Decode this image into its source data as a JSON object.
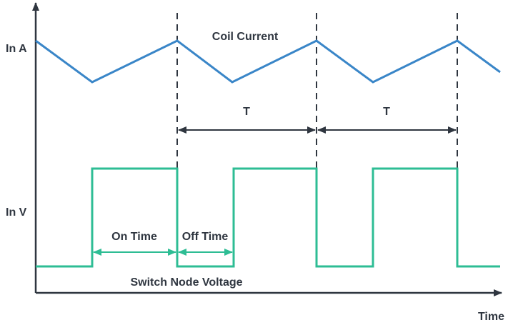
{
  "labels": {
    "coil_current": "Coil Current",
    "in_a": "In A",
    "in_v": "In V",
    "time": "Time",
    "period_1": "T",
    "period_2": "T",
    "on_time": "On Time",
    "off_time": "Off Time",
    "switch_node_voltage": "Switch Node Voltage"
  },
  "colors": {
    "coil_current_line": "#3a86c8",
    "switch_voltage_line": "#2ebd94",
    "axis": "#2f3640",
    "dashed_marker": "#2f3640",
    "arrow_dimension": "#2f3640",
    "text": "#2f3640"
  }
}
